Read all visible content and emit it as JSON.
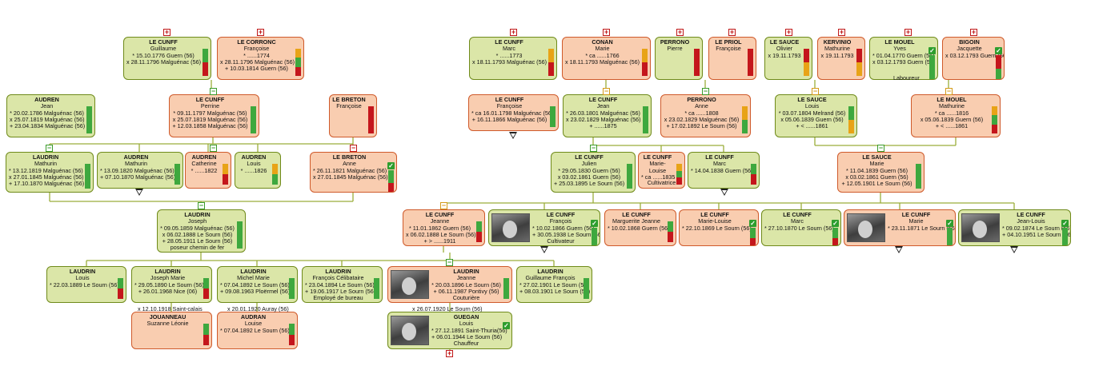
{
  "persons": [
    {
      "id": "p1",
      "sex": "m",
      "name": "LE CUNFF",
      "given": "Guillaume",
      "lines": [
        "* 15.10.1776 Guern (56)",
        "x 28.11.1796 Malguénac (56)"
      ],
      "bars": [
        "g",
        "r"
      ]
    },
    {
      "id": "p2",
      "sex": "f",
      "name": "LE CORRONC",
      "given": "Françoise",
      "lines": [
        "* ......1774",
        "x 28.11.1796 Malguénac (56)",
        "+ 10.03.1814 Guern (56)"
      ],
      "bars": [
        "o",
        "g",
        "r"
      ]
    },
    {
      "id": "p3",
      "sex": "m",
      "name": "AUDREN",
      "given": "Jean",
      "lines": [
        "* 20.02.1786 Malguénac (56)",
        "x 25.07.1819 Malguénac (56)",
        "+ 23.04.1834 Malguénac (56)"
      ],
      "bars": [
        "g",
        "g"
      ]
    },
    {
      "id": "p4",
      "sex": "f",
      "name": "LE CUNFF",
      "given": "Perrine",
      "lines": [
        "* 09.11.1797 Malguénac (56)",
        "x 25.07.1819 Malguénac (56)",
        "+ 12.03.1858 Malguénac (56)"
      ],
      "bars": [
        "g",
        "g"
      ]
    },
    {
      "id": "p5",
      "sex": "f",
      "name": "LE BRETON",
      "given": "Françoise",
      "lines": [],
      "bars": [
        "r",
        "r"
      ]
    },
    {
      "id": "p6",
      "sex": "m",
      "name": "LAUDRIN",
      "given": "Mathurin",
      "lines": [
        "* 13.12.1819 Malguénac (56)",
        "x 27.01.1845 Malguénac (56)",
        "+ 17.10.1870 Malguénac (56)"
      ],
      "bars": [
        "g",
        "g"
      ]
    },
    {
      "id": "p7",
      "sex": "m",
      "name": "AUDREN",
      "given": "Mathurin",
      "lines": [
        "* 13.09.1820 Malguénac (56)",
        "+ 07.10.1870 Malguénac (56)"
      ],
      "bars": [
        "g",
        "g"
      ]
    },
    {
      "id": "p8",
      "sex": "f",
      "name": "AUDREN",
      "given": "Catherine",
      "lines": [
        "* ......1822"
      ],
      "bars": [
        "o",
        "r"
      ]
    },
    {
      "id": "p9",
      "sex": "m",
      "name": "AUDREN",
      "given": "Louis",
      "lines": [
        "* ......1826"
      ],
      "bars": [
        "o",
        "g"
      ]
    },
    {
      "id": "p10",
      "sex": "f",
      "name": "LE BRETON",
      "given": "Anne",
      "lines": [
        "* 26.11.1821 Malguénac (56)",
        "x 27.01.1845 Malguénac (56)"
      ],
      "bars": [
        "g",
        "r"
      ],
      "check": true
    },
    {
      "id": "p11",
      "sex": "m",
      "name": "LAUDRIN",
      "given": "Joseph",
      "lines": [
        "* 09.05.1859 Malguénac (56)",
        "x 06.02.1888 Le Sourn (56)",
        "+ 28.05.1911 Le Sourn (56)",
        "poseur chemin de fer"
      ],
      "bars": [
        "g",
        "g"
      ]
    },
    {
      "id": "p12",
      "sex": "m",
      "name": "LAUDRIN",
      "given": "Louis",
      "lines": [
        "* 22.03.1889 Le Sourn (56)"
      ],
      "bars": [
        "g",
        "r"
      ]
    },
    {
      "id": "p13",
      "sex": "m",
      "name": "LAUDRIN",
      "given": "Joseph Marie",
      "lines": [
        "* 29.05.1890 Le Sourn (56)",
        "+ 26.01.1968 Nice (06)"
      ],
      "bars": [
        "g",
        "r"
      ]
    },
    {
      "id": "p14",
      "sex": "m",
      "name": "LAUDRIN",
      "given": "Michel Marie",
      "lines": [
        "* 07.04.1892 Le Sourn (56)",
        "+ 09.08.1963 Ploërmel (56)"
      ],
      "bars": [
        "g",
        "g"
      ]
    },
    {
      "id": "p15",
      "sex": "m",
      "name": "LAUDRIN",
      "given": "François Célibataire",
      "lines": [
        "* 23.04.1894 Le Sourn (56)",
        "+ 19.06.1917 Le Sourn (56)",
        "Employé de bureau"
      ],
      "bars": [
        "g",
        "g"
      ]
    },
    {
      "id": "p16",
      "sex": "f",
      "name": "LAUDRIN",
      "given": "Jeanne",
      "lines": [
        "* 20.03.1896 Le Sourn (56)",
        "+ 06.11.1987 Pontivy (56)",
        "Couturière"
      ],
      "bars": [
        "g",
        "g"
      ],
      "photo": true
    },
    {
      "id": "p17",
      "sex": "m",
      "name": "LAUDRIN",
      "given": "Guillaume François",
      "lines": [
        "* 27.02.1901 Le Sourn (56)",
        "+ 08.03.1901 Le Sourn (56)"
      ],
      "bars": [
        "g",
        "g"
      ]
    },
    {
      "id": "p18",
      "sex": "f",
      "name": "JOUANNEAU",
      "given": "Suzanne Léonie",
      "lines": [],
      "bars": [
        "g",
        "r"
      ]
    },
    {
      "id": "p19",
      "sex": "f",
      "name": "AUDRAN",
      "given": "Louise",
      "lines": [
        "* 07.04.1892 Le Sourn (56)"
      ],
      "bars": [
        "g",
        "r"
      ]
    },
    {
      "id": "p20",
      "sex": "m",
      "name": "GUEGAN",
      "given": "Louis",
      "lines": [
        "* 27.12.1891 Saint-Thuria(56)",
        "+ 06.01.1944 Le Sourn (56)",
        "Chauffeur"
      ],
      "bars": [],
      "check": true,
      "photo": true
    },
    {
      "id": "p21",
      "sex": "m",
      "name": "LE CUNFF",
      "given": "Marc",
      "lines": [
        "* ......1773",
        "x 18.11.1793 Malguénac (56)"
      ],
      "bars": [
        "o",
        "r"
      ]
    },
    {
      "id": "p22",
      "sex": "f",
      "name": "CONAN",
      "given": "Marie",
      "lines": [
        "* ca ......1766",
        "x 18.11.1793 Malguénac (56)"
      ],
      "bars": [
        "o",
        "r"
      ]
    },
    {
      "id": "p23",
      "sex": "m",
      "name": "PERRONO",
      "given": "Pierre",
      "lines": [],
      "bars": [
        "r",
        "r"
      ]
    },
    {
      "id": "p24",
      "sex": "f",
      "name": "LE PRIOL",
      "given": "Françoise",
      "lines": [],
      "bars": [
        "r",
        "r"
      ]
    },
    {
      "id": "p25",
      "sex": "m",
      "name": "LE SAUCE",
      "given": "Olivier",
      "lines": [
        "x 19.11.1793"
      ],
      "bars": [
        "r",
        "o"
      ]
    },
    {
      "id": "p26",
      "sex": "f",
      "name": "KERVINIO",
      "given": "Mathurine",
      "lines": [
        "x 19.11.1793"
      ],
      "bars": [
        "r",
        "o"
      ]
    },
    {
      "id": "p27",
      "sex": "m",
      "name": "LE MOUEL",
      "given": "Yves",
      "lines": [
        "* 01.04.1770 Guern (56)",
        "x 03.12.1793 Guern (56)"
      ],
      "bars": [
        "g",
        "g"
      ],
      "check": true
    },
    {
      "id": "p28",
      "sex": "f",
      "name": "BIGOIN",
      "given": "Jacquette",
      "lines": [
        "x 03.12.1793 Guern (56)"
      ],
      "bars": [
        "r",
        "g"
      ],
      "check": true
    },
    {
      "id": "p29",
      "sex": "f",
      "name": "LE CUNFF",
      "given": "Françoise",
      "lines": [
        "* ca 16.01.1798 Malguénac (56)",
        "+ 16.11.1866 Malguénac (56)"
      ],
      "bars": [
        "g",
        "g"
      ]
    },
    {
      "id": "p30",
      "sex": "m",
      "name": "LE CUNFF",
      "given": "Jean",
      "lines": [
        "* 26.03.1801 Malguénac (56)",
        "x 23.02.1829 Malguénac (56)",
        "+ ......1875"
      ],
      "bars": [
        "g",
        "g"
      ]
    },
    {
      "id": "p31",
      "sex": "f",
      "name": "PERRONO",
      "given": "Anne",
      "lines": [
        "* ca ......1808",
        "x 23.02.1829 Malguénac (56)",
        "+ 17.02.1892 Le Sourn (56)"
      ],
      "bars": [
        "o",
        "g"
      ]
    },
    {
      "id": "p32",
      "sex": "m",
      "name": "LE SAUCE",
      "given": "Louis",
      "lines": [
        "* 03.07.1804 Melrand (56)",
        "x 05.06.1839 Guern (56)",
        "+ < ......1861"
      ],
      "bars": [
        "g",
        "o"
      ]
    },
    {
      "id": "p33",
      "sex": "f",
      "name": "LE MOUEL",
      "given": "Mathurine",
      "lines": [
        "* ca ......1816",
        "x 05.06.1839 Guern (56)",
        "+ < ......1861"
      ],
      "bars": [
        "o",
        "g",
        "r"
      ]
    },
    {
      "id": "p34",
      "sex": "m",
      "name": "LE CUNFF",
      "given": "Julien",
      "lines": [
        "* 29.05.1830 Guern (56)",
        "x 03.02.1861 Guern (56)",
        "+ 25.03.1895 Le Sourn (56)"
      ],
      "bars": [
        "g",
        "g"
      ]
    },
    {
      "id": "p35",
      "sex": "f",
      "name": "LE CUNFF",
      "given": "Marie-Louise",
      "lines": [
        "* ca ......1835"
      ],
      "bars": [
        "o",
        "g",
        "r"
      ],
      "note": "Cultivatrice"
    },
    {
      "id": "p36",
      "sex": "m",
      "name": "LE CUNFF",
      "given": "Marc",
      "lines": [
        "* 14.04.1838 Guern (56)"
      ],
      "bars": [
        "g",
        "r"
      ]
    },
    {
      "id": "p37",
      "sex": "f",
      "name": "LE SAUCE",
      "given": "Marie",
      "lines": [
        "* 11.04.1839 Guern (56)",
        "x 03.02.1861 Guern (56)",
        "+ 12.05.1901 Le Sourn (56)"
      ],
      "bars": [
        "g",
        "g"
      ]
    },
    {
      "id": "p38",
      "sex": "f",
      "name": "LE CUNFF",
      "given": "Jeanne",
      "lines": [
        "* 11.01.1862 Guern (56)",
        "x 06.02.1888 Le Sourn (56)",
        "+ > ......1911"
      ],
      "bars": [
        "g",
        "r"
      ]
    },
    {
      "id": "p39",
      "sex": "m",
      "name": "LE CUNFF",
      "given": "François",
      "lines": [
        "* 10.02.1866 Guern (56)",
        "+ 30.05.1938 Le Sourn (56)",
        "Cultivateur"
      ],
      "bars": [
        "g",
        "g"
      ],
      "check": true,
      "photo": true
    },
    {
      "id": "p40",
      "sex": "f",
      "name": "LE CUNFF",
      "given": "Marguerite Jeanne",
      "lines": [
        "* 10.02.1868 Guern (56)"
      ],
      "bars": [
        "g",
        "r"
      ]
    },
    {
      "id": "p41",
      "sex": "f",
      "name": "LE CUNFF",
      "given": "Marie-Louise",
      "lines": [
        "* 22.10.1869 Le Sourn (56)"
      ],
      "bars": [
        "g",
        "r"
      ],
      "check": true
    },
    {
      "id": "p42",
      "sex": "m",
      "name": "LE CUNFF",
      "given": "Marc",
      "lines": [
        "* 27.10.1870 Le Sourn (56)"
      ],
      "bars": [
        "g",
        "r"
      ],
      "check": true
    },
    {
      "id": "p43",
      "sex": "f",
      "name": "LE CUNFF",
      "given": "Marie",
      "lines": [
        "* 23.11.1871 Le Sourn (56)"
      ],
      "bars": [
        "g",
        "g"
      ],
      "check": true,
      "photo": true
    },
    {
      "id": "p44",
      "sex": "m",
      "name": "LE CUNFF",
      "given": "Jean-Louis",
      "lines": [
        "* 09.02.1874 Le Sourn (56)",
        "+ 04.10.1951 Le Sourn (56)"
      ],
      "bars": [
        "g",
        "g"
      ],
      "check": true,
      "photo": true
    }
  ],
  "labels": {
    "laboureur": "Laboureur",
    "m_joseph_marie": "x 12.10.1918 Saint-calais",
    "m_michel_marie": "x 20.01.1920 Auray (56)",
    "m_jeanne": "x 26.07.1920 Le Sourn (56)"
  },
  "toggles": {
    "plus": "+",
    "minus": "−"
  },
  "colors": {
    "male_bg": "#dbe6a8",
    "male_border": "#6f8a1a",
    "female_bg": "#f9cdb0",
    "female_border": "#cf5a2b",
    "line": "#9aad3a",
    "status_green": "#3ea83e",
    "status_red": "#c4161c",
    "status_orange": "#e8a317"
  }
}
